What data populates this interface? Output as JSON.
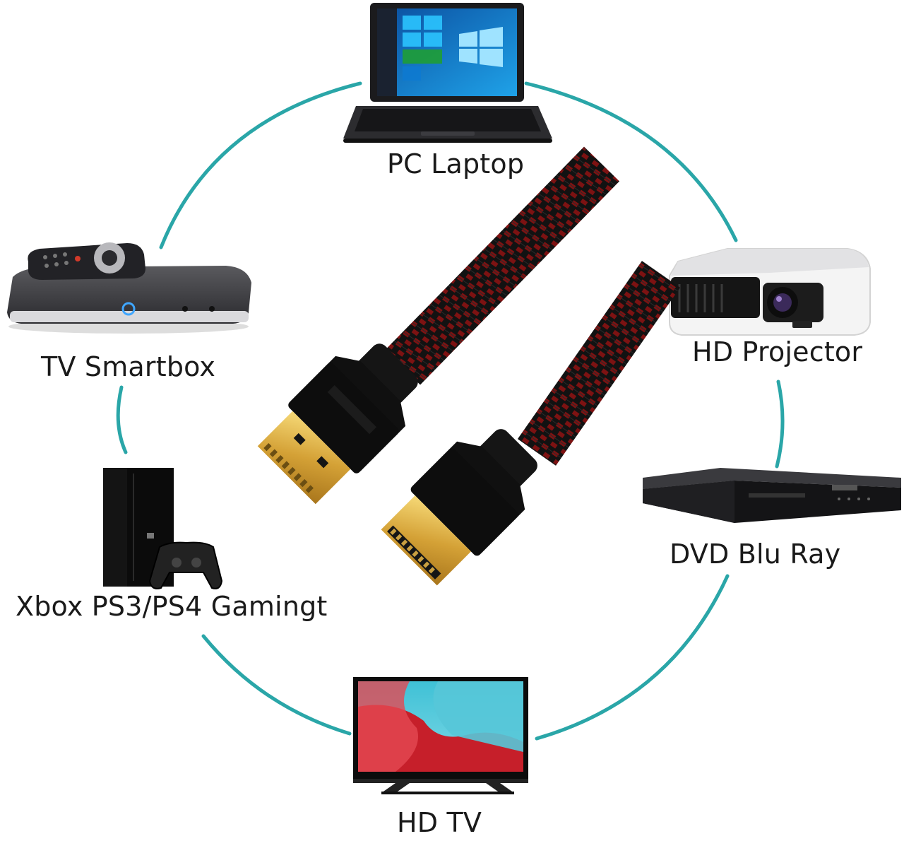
{
  "ring_color": "#2aa6a8",
  "devices": {
    "laptop": {
      "label": "PC Laptop",
      "icon": "laptop-icon"
    },
    "smartbox": {
      "label": "TV Smartbox",
      "icon": "set-top-box-icon"
    },
    "projector": {
      "label": "HD Projector",
      "icon": "projector-icon"
    },
    "dvd": {
      "label": "DVD Blu Ray",
      "icon": "blu-ray-player-icon"
    },
    "xbox": {
      "label": "Xbox PS3/PS4 Gamingt",
      "icon": "game-console-icon"
    },
    "tv": {
      "label": "HD TV",
      "icon": "tv-icon"
    }
  },
  "cable": {
    "icon": "hdmi-cable-icon",
    "braid_colors": [
      "#111111",
      "#8a1414"
    ],
    "connector_color": "#d9a93a"
  }
}
